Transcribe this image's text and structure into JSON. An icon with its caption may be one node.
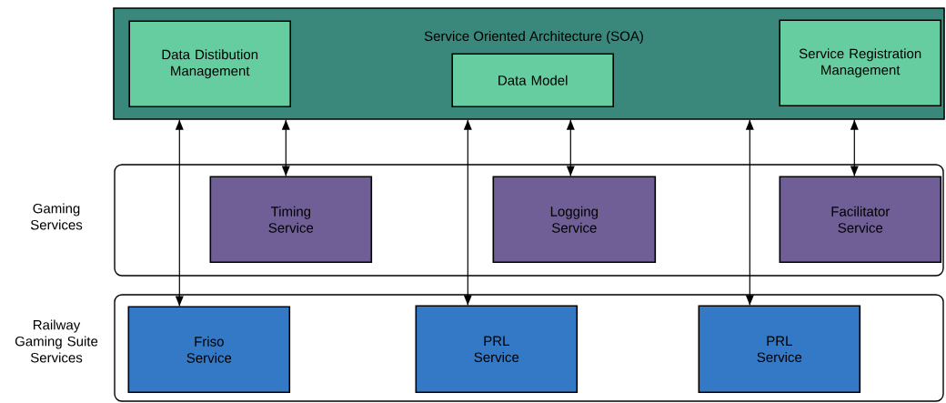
{
  "diagram": {
    "nodes": [
      {
        "text": [
          "Service Oriented Architecture (SOA)"
        ]
      },
      {
        "text": [
          "Data Distibution Management"
        ],
        "in": 0
      },
      {
        "text": [
          "Data Model"
        ],
        "in": 0
      },
      {
        "text": [
          "Service Registration Management"
        ],
        "in": 0
      },
      {
        "text": [
          "Gaming Services"
        ]
      },
      {
        "text": [
          "Timing Service"
        ],
        "in": 4
      },
      {
        "text": [
          "Logging Service"
        ],
        "in": 4
      },
      {
        "text": [
          "Facilitator Service"
        ],
        "in": 4
      },
      {
        "text": [
          "Railway Gaming Suite Services"
        ]
      },
      {
        "text": [
          "Friso Service"
        ],
        "in": 8
      },
      {
        "text": [
          "PRL Service"
        ],
        "in": 8
      },
      {
        "text": [
          "PRL Service"
        ],
        "in": 8
      }
    ],
    "edges": [
      {
        "from": 0,
        "to": 9,
        "arrow": "both"
      },
      {
        "from": 0,
        "to": 5,
        "arrow": "both"
      },
      {
        "from": 0,
        "to": 10,
        "arrow": "both"
      },
      {
        "from": 0,
        "to": 6,
        "arrow": "both"
      },
      {
        "from": 0,
        "to": 11,
        "arrow": "both"
      },
      {
        "from": 0,
        "to": 7,
        "arrow": "both"
      }
    ]
  }
}
